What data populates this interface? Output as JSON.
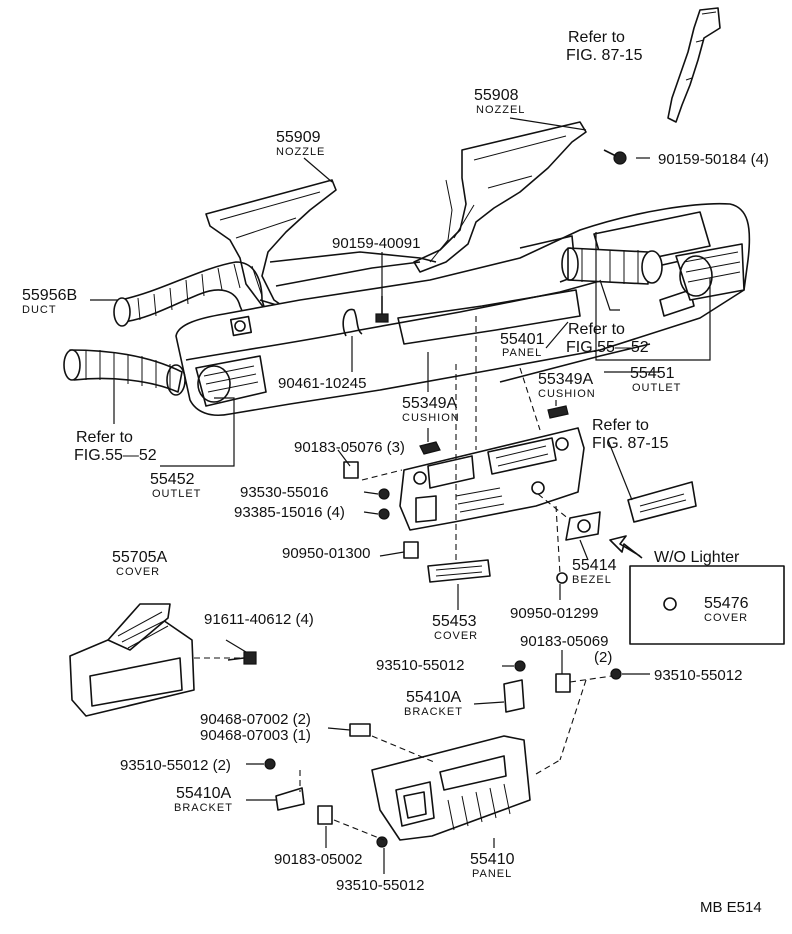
{
  "parts": {
    "nozzle_55908": {
      "code": "55908",
      "name": "NOZZEL"
    },
    "nozzle_55909": {
      "code": "55909",
      "name": "NOZZLE"
    },
    "duct_55956b": {
      "code": "55956B",
      "name": "DUCT"
    },
    "panel_55401": {
      "code": "55401",
      "name": "PANEL"
    },
    "outlet_55451": {
      "code": "55451",
      "name": "OUTLET"
    },
    "outlet_55452": {
      "code": "55452",
      "name": "OUTLET"
    },
    "cushion_left": {
      "code": "55349A",
      "name": "CUSHION"
    },
    "cushion_right": {
      "code": "55349A",
      "name": "CUSHION"
    },
    "cover_55705a": {
      "code": "55705A",
      "name": "COVER"
    },
    "bezel_55414": {
      "code": "55414",
      "name": "BEZEL"
    },
    "cover_55453": {
      "code": "55453",
      "name": "COVER"
    },
    "cover_55476": {
      "code": "55476",
      "name": "COVER"
    },
    "bracket_upper": {
      "code": "55410A",
      "name": "BRACKET"
    },
    "bracket_lower": {
      "code": "55410A",
      "name": "BRACKET"
    },
    "panel_55410": {
      "code": "55410",
      "name": "PANEL"
    }
  },
  "fasteners": {
    "f_90159_50184": "90159-50184 (4)",
    "f_90159_40091": "90159-40091",
    "f_90461_10245": "90461-10245",
    "f_90183_05076": "90183-05076 (3)",
    "f_93530_55016": "93530-55016",
    "f_93385_15016": "93385-15016 (4)",
    "f_90950_01300": "90950-01300",
    "f_91611_40612": "91611-40612 (4)",
    "f_90950_01299": "90950-01299",
    "f_90183_05069": "90183-05069",
    "f_90183_05069_qty": "(2)",
    "f_93510_55012_a": "93510-55012",
    "f_93510_55012_b": "93510-55012",
    "f_90468_07002": "90468-07002 (2)",
    "f_90468_07003": "90468-07003 (1)",
    "f_93510_55012_c": "93510-55012 (2)",
    "f_90183_05002": "90183-05002",
    "f_93510_55012_d": "93510-55012"
  },
  "references": {
    "ref_top_line1": "Refer to",
    "ref_top_line2": "FIG. 87-15",
    "ref_center_line1": "Refer to",
    "ref_center_line2": "FIG.55—52",
    "ref_left_line1": "Refer to",
    "ref_left_line2": "FIG.55—52",
    "ref_right_line1": "Refer to",
    "ref_right_line2": "FIG. 87-15"
  },
  "wo_lighter": {
    "title": "W/O Lighter"
  },
  "footer": {
    "code": "MB  E514"
  }
}
